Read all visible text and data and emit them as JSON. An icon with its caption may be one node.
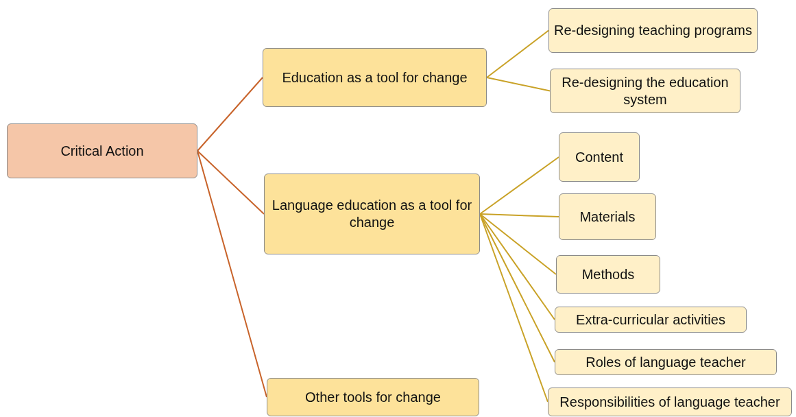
{
  "diagram": {
    "nodes": [
      {
        "text": [
          "Critical Action"
        ]
      },
      {
        "text": [
          "Education as a tool for change"
        ]
      },
      {
        "text": [
          "Language education as a tool for change"
        ]
      },
      {
        "text": [
          "Other tools for change"
        ]
      },
      {
        "text": [
          "Re-designing teaching programs"
        ]
      },
      {
        "text": [
          "Re-designing the education system"
        ]
      },
      {
        "text": [
          "Content"
        ]
      },
      {
        "text": [
          "Materials"
        ]
      },
      {
        "text": [
          "Methods"
        ]
      },
      {
        "text": [
          "Extra-curricular activities"
        ]
      },
      {
        "text": [
          "Roles of language teacher"
        ]
      },
      {
        "text": [
          "Responsibilities of language teacher"
        ]
      }
    ],
    "edges": [
      {
        "from": 0,
        "to": 1,
        "arrow": "none",
        "color": "#c8632a"
      },
      {
        "from": 0,
        "to": 2,
        "arrow": "none",
        "color": "#c8632a"
      },
      {
        "from": 0,
        "to": 3,
        "arrow": "none",
        "color": "#c8632a"
      },
      {
        "from": 1,
        "to": 4,
        "arrow": "none"
      },
      {
        "from": 1,
        "to": 5,
        "arrow": "none"
      },
      {
        "from": 2,
        "to": 6,
        "arrow": "none"
      },
      {
        "from": 2,
        "to": 7,
        "arrow": "none"
      },
      {
        "from": 2,
        "to": 8,
        "arrow": "none"
      },
      {
        "from": 2,
        "to": 9,
        "arrow": "none"
      },
      {
        "from": 2,
        "to": 10,
        "arrow": "none"
      },
      {
        "from": 2,
        "to": 11,
        "arrow": "none"
      }
    ]
  }
}
